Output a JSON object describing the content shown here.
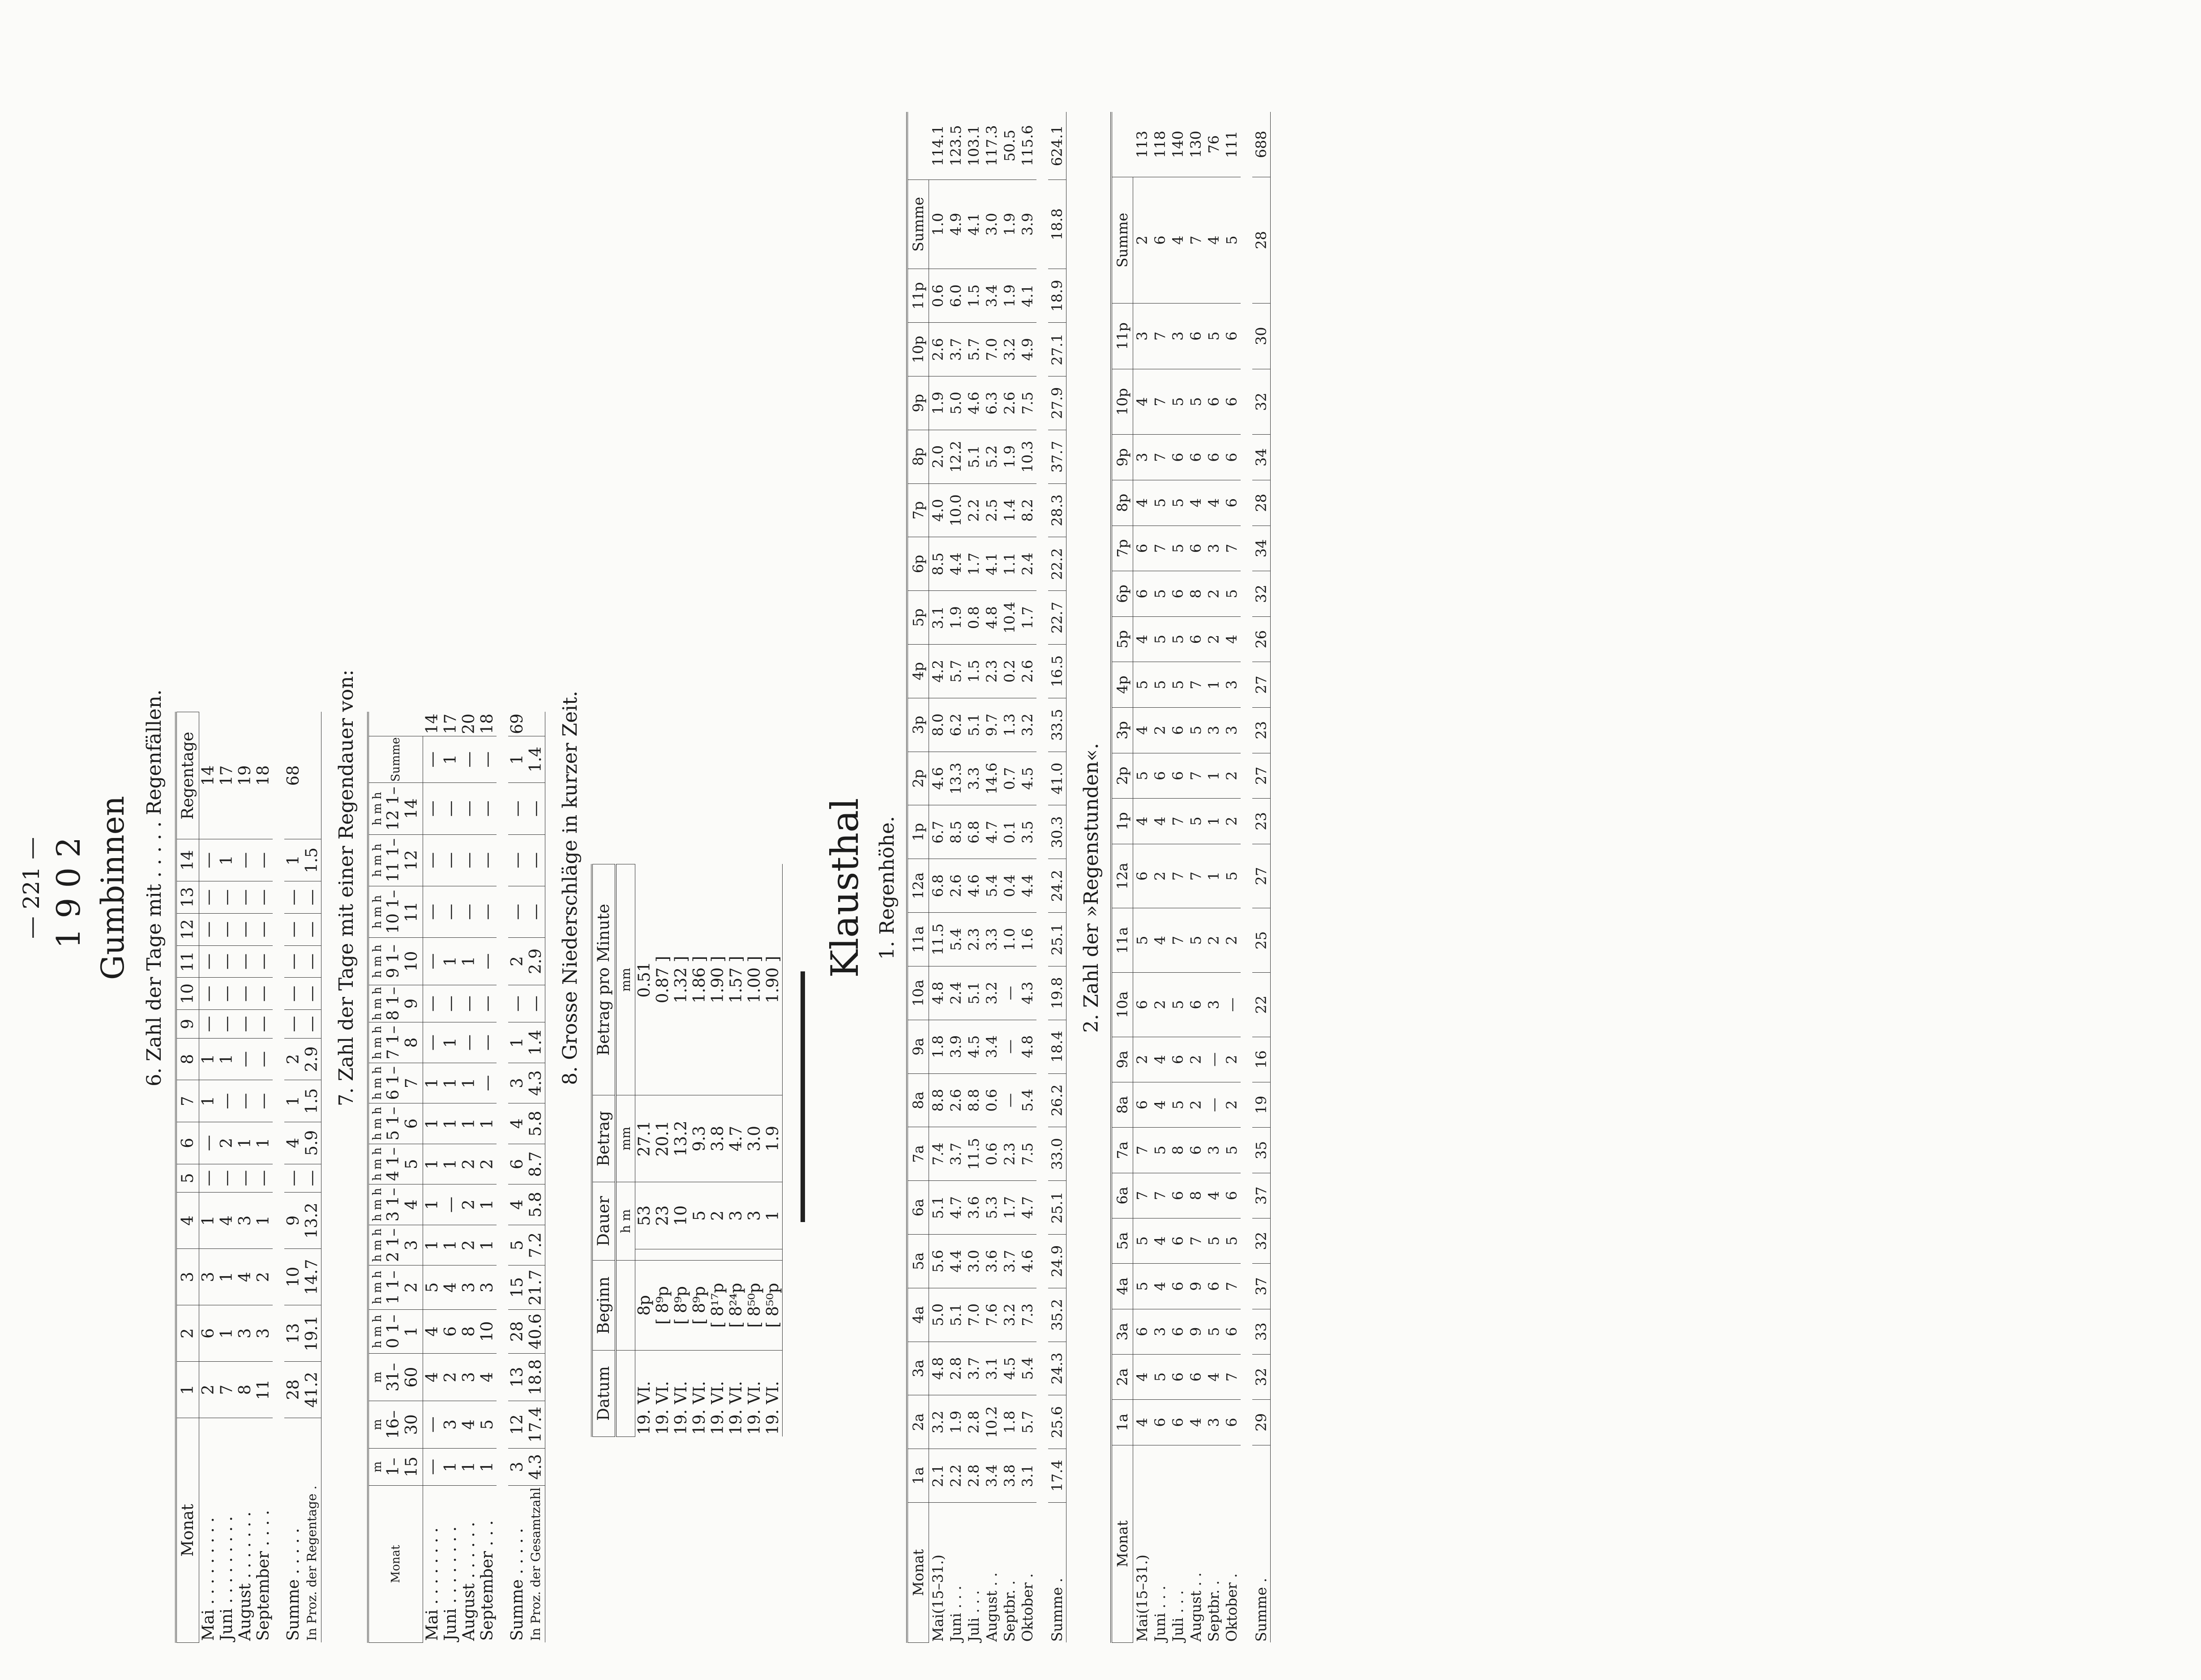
{
  "page_number": "— 221 —",
  "year": "1902",
  "station1": "Gumbinnen",
  "table6": {
    "title": "6. Zahl der Tage mit . . . . . Regenfällen.",
    "headers": [
      "Monat",
      "1",
      "2",
      "3",
      "4",
      "5",
      "6",
      "7",
      "8",
      "9",
      "10",
      "11",
      "12",
      "13",
      "14",
      "Regentage"
    ],
    "rows": [
      [
        "Mai . . . . . . . . .",
        "2",
        "6",
        "3",
        "1",
        "—",
        "—",
        "1",
        "1",
        "—",
        "—",
        "—",
        "—",
        "—",
        "—",
        "14"
      ],
      [
        "Juni . . . . . . . . .",
        "7",
        "1",
        "1",
        "4",
        "—",
        "2",
        "—",
        "1",
        "—",
        "—",
        "—",
        "—",
        "—",
        "1",
        "17"
      ],
      [
        "August . . . . . . .",
        "8",
        "3",
        "4",
        "3",
        "—",
        "1",
        "—",
        "—",
        "—",
        "—",
        "—",
        "—",
        "—",
        "—",
        "19"
      ],
      [
        "September . . . .",
        "11",
        "3",
        "2",
        "1",
        "—",
        "1",
        "—",
        "—",
        "—",
        "—",
        "—",
        "—",
        "—",
        "—",
        "18"
      ]
    ],
    "sum": [
      "Summe . . . . .",
      "28",
      "13",
      "10",
      "9",
      "—",
      "4",
      "1",
      "2",
      "—",
      "—",
      "—",
      "—",
      "—",
      "1",
      "68"
    ],
    "pct": [
      "In Proz. der Regentage .",
      "41.2",
      "19.1",
      "14.7",
      "13.2",
      "—",
      "5.9",
      "1.5",
      "2.9",
      "—",
      "—",
      "—",
      "—",
      "—",
      "1.5",
      ""
    ]
  },
  "table7": {
    "title": "7. Zahl der Tage mit einer Regendauer von:",
    "headers": [
      [
        "Monat",
        ""
      ],
      [
        "m",
        "1–15"
      ],
      [
        "m",
        "16–30"
      ],
      [
        "m",
        "31–60"
      ],
      [
        "h m h",
        "0 1–1"
      ],
      [
        "h m h",
        "1 1–2"
      ],
      [
        "h m h",
        "2 1–3"
      ],
      [
        "h m h",
        "3 1–4"
      ],
      [
        "h m h",
        "4 1–5"
      ],
      [
        "h m h",
        "5 1–6"
      ],
      [
        "h m h",
        "6 1–7"
      ],
      [
        "h m h",
        "7 1–8"
      ],
      [
        "h m h",
        "8 1–9"
      ],
      [
        "h m h",
        "9 1–10"
      ],
      [
        "h m h",
        "10 1–11"
      ],
      [
        "h m h",
        "11 1–12"
      ],
      [
        "h m h",
        "12 1–14"
      ],
      [
        "Summe",
        ""
      ]
    ],
    "rows": [
      [
        "Mai . . . . . . . .",
        "—",
        "—",
        "4",
        "4",
        "5",
        "1",
        "1",
        "1",
        "1",
        "1",
        "—",
        "—",
        "—",
        "—",
        "—",
        "—",
        "—",
        "14"
      ],
      [
        "Juni . . . . . . . .",
        "1",
        "3",
        "2",
        "6",
        "4",
        "1",
        "—",
        "1",
        "1",
        "1",
        "1",
        "—",
        "1",
        "—",
        "—",
        "—",
        "1",
        "17"
      ],
      [
        "August . . . . . .",
        "1",
        "4",
        "3",
        "8",
        "3",
        "2",
        "2",
        "2",
        "1",
        "1",
        "—",
        "—",
        "1",
        "—",
        "—",
        "—",
        "—",
        "20"
      ],
      [
        "September . . .",
        "1",
        "5",
        "4",
        "10",
        "3",
        "1",
        "1",
        "2",
        "1",
        "—",
        "—",
        "—",
        "—",
        "—",
        "—",
        "—",
        "—",
        "18"
      ]
    ],
    "sum": [
      "Summe . . . . .",
      "3",
      "12",
      "13",
      "28",
      "15",
      "5",
      "4",
      "6",
      "4",
      "3",
      "1",
      "—",
      "2",
      "—",
      "—",
      "—",
      "1",
      "69"
    ],
    "pct": [
      "In Proz. der Gesamtzahl",
      "4.3",
      "17.4",
      "18.8",
      "40.6",
      "21.7",
      "7.2",
      "5.8",
      "8.7",
      "5.8",
      "4.3",
      "1.4",
      "—",
      "2.9",
      "—",
      "—",
      "—",
      "1.4",
      ""
    ]
  },
  "table8": {
    "title": "8. Grosse Niederschläge in kurzer Zeit.",
    "headers": [
      "Datum",
      "Beginn",
      "Dauer",
      "Betrag",
      "Betrag pro Minute"
    ],
    "subheaders": [
      "",
      "",
      "h m",
      "mm",
      "mm"
    ],
    "rows": [
      [
        "19. VI.",
        "8p",
        "",
        "53",
        "27.1",
        "0.51"
      ],
      [
        "19. VI.",
        "[ 8⁹p",
        "",
        "23",
        "20.1",
        "0.87 ]"
      ],
      [
        "19. VI.",
        "[ 8⁹p",
        "",
        "10",
        "13.2",
        "1.32 ]"
      ],
      [
        "19. VI.",
        "[ 8⁹p",
        "",
        "5",
        "9.3",
        "1.86 ]"
      ],
      [
        "19. VI.",
        "[ 8¹⁷p",
        "",
        "2",
        "3.8",
        "1.90 ]"
      ],
      [
        "19. VI.",
        "[ 8²⁴p",
        "",
        "3",
        "4.7",
        "1.57 ]"
      ],
      [
        "19. VI.",
        "[ 8⁵⁰p",
        "",
        "3",
        "3.0",
        "1.00 ]"
      ],
      [
        "19. VI.",
        "[ 8⁵⁰p",
        "",
        "1",
        "1.9",
        "1.90 ]"
      ]
    ]
  },
  "station2": "Klausthal",
  "tableK1": {
    "title": "1. Regenhöhe.",
    "headers": [
      "Monat",
      "1a",
      "2a",
      "3a",
      "4a",
      "5a",
      "6a",
      "7a",
      "8a",
      "9a",
      "10a",
      "11a",
      "12a",
      "1p",
      "2p",
      "3p",
      "4p",
      "5p",
      "6p",
      "7p",
      "8p",
      "9p",
      "10p",
      "11p",
      "Summe"
    ],
    "rows": [
      [
        "Mai(15–31.)",
        "2.1",
        "3.2",
        "4.8",
        "5.0",
        "5.6",
        "5.1",
        "7.4",
        "8.8",
        "1.8",
        "4.8",
        "11.5",
        "6.8",
        "6.7",
        "4.6",
        "8.0",
        "4.2",
        "3.1",
        "8.5",
        "4.0",
        "2.0",
        "1.9",
        "2.6",
        "0.6",
        "1.0",
        "114.1"
      ],
      [
        "Juni . . .",
        "2.2",
        "1.9",
        "2.8",
        "5.1",
        "4.4",
        "4.7",
        "3.7",
        "2.6",
        "3.9",
        "2.4",
        "5.4",
        "2.6",
        "8.5",
        "13.3",
        "6.2",
        "5.7",
        "1.9",
        "4.4",
        "10.0",
        "12.2",
        "5.0",
        "3.7",
        "6.0",
        "4.9",
        "123.5"
      ],
      [
        "Juli . . .",
        "2.8",
        "2.8",
        "3.7",
        "7.0",
        "3.0",
        "3.6",
        "11.5",
        "8.8",
        "4.5",
        "5.1",
        "2.3",
        "4.6",
        "6.8",
        "3.3",
        "5.1",
        "1.5",
        "0.8",
        "1.7",
        "2.2",
        "5.1",
        "4.6",
        "5.7",
        "1.5",
        "4.1",
        "103.1"
      ],
      [
        "August . .",
        "3.4",
        "10.2",
        "3.1",
        "7.6",
        "3.6",
        "5.3",
        "0.6",
        "0.6",
        "3.4",
        "3.2",
        "3.3",
        "5.4",
        "4.7",
        "14.6",
        "9.7",
        "2.3",
        "4.8",
        "4.1",
        "2.5",
        "5.2",
        "6.3",
        "7.0",
        "3.4",
        "3.0",
        "117.3"
      ],
      [
        "Septbr. .",
        "3.8",
        "1.8",
        "4.5",
        "3.2",
        "3.7",
        "1.7",
        "2.3",
        "—",
        "—",
        "—",
        "1.0",
        "0.4",
        "0.1",
        "0.7",
        "1.3",
        "0.2",
        "10.4",
        "1.1",
        "1.4",
        "1.9",
        "2.6",
        "3.2",
        "1.9",
        "1.9",
        "50.5"
      ],
      [
        "Oktober .",
        "3.1",
        "5.7",
        "5.4",
        "7.3",
        "4.6",
        "4.7",
        "7.5",
        "5.4",
        "4.8",
        "4.3",
        "1.6",
        "4.4",
        "3.5",
        "4.5",
        "3.2",
        "2.6",
        "1.7",
        "2.4",
        "8.2",
        "10.3",
        "7.5",
        "4.9",
        "4.1",
        "3.9",
        "115.6"
      ]
    ],
    "sum": [
      "Summe .",
      "17.4",
      "25.6",
      "24.3",
      "35.2",
      "24.9",
      "25.1",
      "33.0",
      "26.2",
      "18.4",
      "19.8",
      "25.1",
      "24.2",
      "30.3",
      "41.0",
      "33.5",
      "16.5",
      "22.7",
      "22.2",
      "28.3",
      "37.7",
      "27.9",
      "27.1",
      "18.9",
      "18.8",
      "624.1"
    ]
  },
  "tableK2": {
    "title": "2. Zahl der »Regenstunden«.",
    "headers": [
      "Monat",
      "1a",
      "2a",
      "3a",
      "4a",
      "5a",
      "6a",
      "7a",
      "8a",
      "9a",
      "10a",
      "11a",
      "12a",
      "1p",
      "2p",
      "3p",
      "4p",
      "5p",
      "6p",
      "7p",
      "8p",
      "9p",
      "10p",
      "11p",
      "Summe"
    ],
    "rows": [
      [
        "Mai(15–31.)",
        "4",
        "4",
        "6",
        "5",
        "5",
        "7",
        "7",
        "6",
        "2",
        "6",
        "5",
        "6",
        "4",
        "5",
        "4",
        "5",
        "4",
        "6",
        "6",
        "4",
        "3",
        "4",
        "3",
        "2",
        "113"
      ],
      [
        "Juni . . .",
        "6",
        "5",
        "3",
        "4",
        "4",
        "7",
        "5",
        "4",
        "4",
        "2",
        "4",
        "2",
        "4",
        "6",
        "2",
        "5",
        "5",
        "5",
        "7",
        "5",
        "7",
        "7",
        "7",
        "6",
        "118"
      ],
      [
        "Juli . . .",
        "6",
        "6",
        "6",
        "6",
        "6",
        "6",
        "8",
        "5",
        "6",
        "5",
        "7",
        "7",
        "7",
        "6",
        "6",
        "5",
        "5",
        "6",
        "5",
        "5",
        "6",
        "5",
        "3",
        "4",
        "140"
      ],
      [
        "August . .",
        "4",
        "6",
        "9",
        "9",
        "7",
        "8",
        "6",
        "2",
        "2",
        "6",
        "5",
        "7",
        "5",
        "7",
        "5",
        "7",
        "6",
        "8",
        "6",
        "4",
        "6",
        "5",
        "6",
        "7",
        "130"
      ],
      [
        "Septbr. .",
        "3",
        "4",
        "5",
        "6",
        "5",
        "4",
        "3",
        "—",
        "—",
        "3",
        "2",
        "1",
        "1",
        "1",
        "3",
        "1",
        "2",
        "2",
        "3",
        "4",
        "6",
        "6",
        "5",
        "4",
        "76"
      ],
      [
        "Oktober .",
        "6",
        "7",
        "6",
        "7",
        "5",
        "6",
        "5",
        "2",
        "2",
        "—",
        "2",
        "5",
        "2",
        "2",
        "3",
        "3",
        "4",
        "5",
        "7",
        "6",
        "6",
        "6",
        "6",
        "5",
        "111"
      ]
    ],
    "sum": [
      "Summe .",
      "29",
      "32",
      "33",
      "37",
      "32",
      "37",
      "35",
      "19",
      "16",
      "22",
      "25",
      "27",
      "23",
      "27",
      "23",
      "27",
      "26",
      "32",
      "34",
      "28",
      "34",
      "32",
      "30",
      "28",
      "688"
    ]
  }
}
